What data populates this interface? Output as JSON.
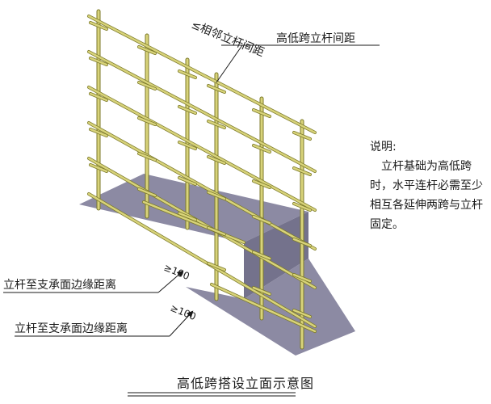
{
  "diagram": {
    "title": "高低跨搭设立面示意图",
    "labels": {
      "adjacent_spacing": "≤相邻立杆间距",
      "stagger_spacing": "高低跨立杆间距",
      "edge_distance_upper": "立杆至支承面边缘距离",
      "edge_distance_lower": "立杆至支承面边缘距离",
      "dim_upper": "≥100",
      "dim_lower": "≥100"
    },
    "note": {
      "heading": "说明:",
      "body": "立杆基础为高低跨时，水平连杆必需至少相互各延伸两跨与立杆固定。"
    },
    "colors": {
      "pole": "#d8d37a",
      "pole_edge": "#7c7a2a",
      "base": "#8c8aa3",
      "base_dark": "#74728c",
      "ink": "#1a1a1a"
    },
    "icons": [
      "arrow-icon"
    ]
  }
}
